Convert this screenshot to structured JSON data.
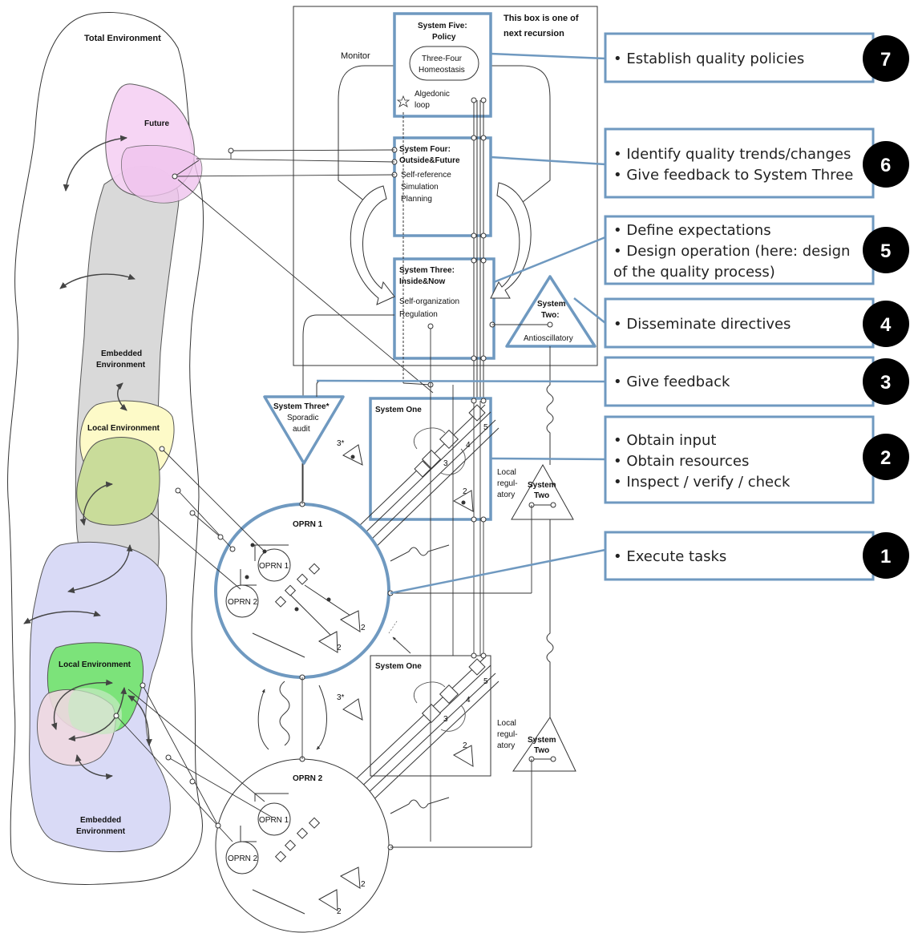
{
  "environment": {
    "total": "Total Environment",
    "future": "Future",
    "embedded_top": [
      "Embedded",
      "Environment"
    ],
    "local_top": "Local Environment",
    "local_bottom": "Local Environment",
    "embedded_bottom": [
      "Embedded",
      "Environment"
    ]
  },
  "metasystem": {
    "recursion_note": [
      "This box is one of",
      "next recursion"
    ],
    "monitor": "Monitor",
    "system_five": {
      "title": [
        "System Five:",
        "Policy"
      ],
      "homeostasis": [
        "Three-Four",
        "Homeostasis"
      ],
      "algedonic": [
        "Algedonic",
        "loop"
      ]
    },
    "system_four": {
      "title": [
        "System Four:",
        "Outside&Future"
      ],
      "items": [
        "Self-reference",
        "Simulation",
        "Planning"
      ]
    },
    "system_three": {
      "title": [
        "System Three:",
        "Inside&Now"
      ],
      "items": [
        "Self-organization",
        "Regulation"
      ]
    },
    "system_two": {
      "title": [
        "System",
        "Two:"
      ],
      "sub": "Antioscillatory"
    },
    "system_three_star": {
      "title": "System Three*",
      "sub": [
        "Sporadic",
        "audit"
      ]
    }
  },
  "operations": {
    "system_one": "System One",
    "oprn_1_big": "OPRN 1",
    "oprn_2_big": "OPRN 2",
    "oprn_1": "OPRN 1",
    "oprn_2": "OPRN 2",
    "local_regulatory": [
      "Local",
      "regul-",
      "atory"
    ],
    "system_two_local": [
      "System",
      "Two"
    ],
    "num_2": "2",
    "num_3": "3",
    "num_3star": "3*",
    "num_4": "4",
    "num_5": "5"
  },
  "callouts": [
    {
      "badge": "7",
      "lines": [
        "• Establish quality policies"
      ]
    },
    {
      "badge": "6",
      "lines": [
        "• Identify quality trends/changes",
        "• Give feedback to System Three"
      ]
    },
    {
      "badge": "5",
      "lines": [
        "• Define expectations",
        "• Design operation (here: design",
        "   of the quality process)"
      ]
    },
    {
      "badge": "4",
      "lines": [
        "• Disseminate directives"
      ]
    },
    {
      "badge": "3",
      "lines": [
        "• Give feedback"
      ]
    },
    {
      "badge": "2",
      "lines": [
        "• Obtain input",
        "• Obtain resources",
        "• Inspect / verify / check"
      ]
    },
    {
      "badge": "1",
      "lines": [
        "• Execute tasks"
      ]
    }
  ],
  "colors": {
    "accent_blue": "#6f99c0",
    "future": "#f6d3f4",
    "embedded_top": "#d9d9d9",
    "local_top": "#fdfac8",
    "local_top_inner": "#c9dc9a",
    "embedded_bottom": "#d9daf6",
    "local_bottom": "#7ce37a",
    "local_bottom_inner": "#f0d9e2",
    "badge": "#000000"
  }
}
